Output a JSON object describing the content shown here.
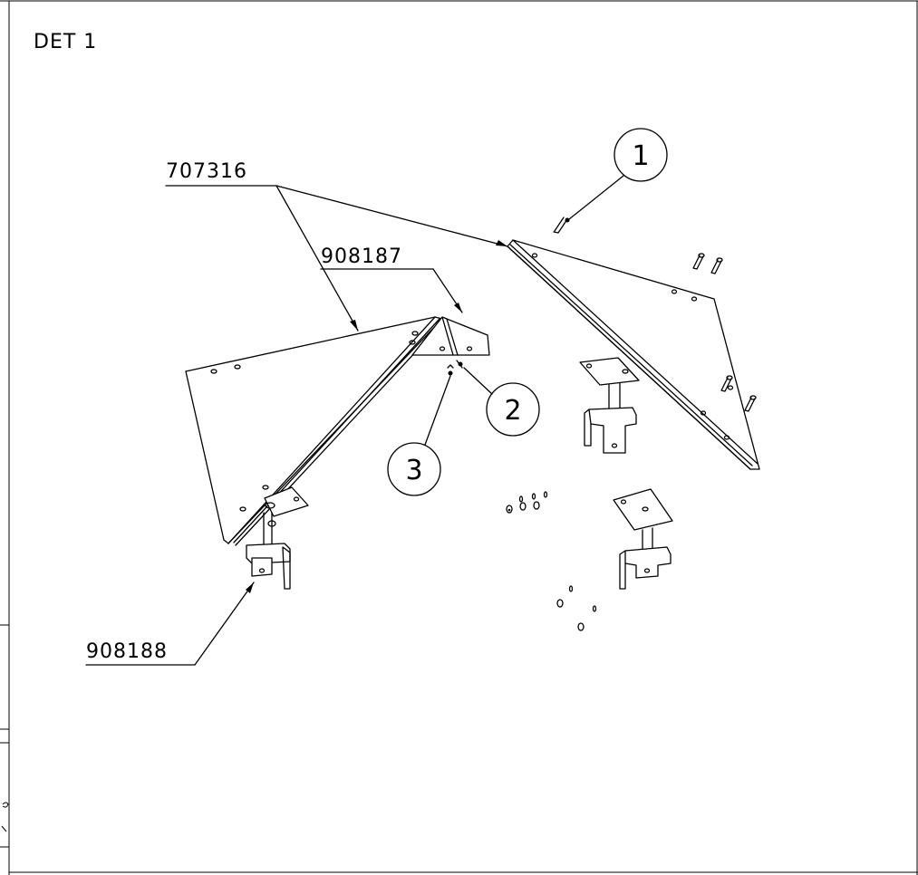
{
  "sheet": {
    "detail_label": "DET 1"
  },
  "part_labels": {
    "top_left_panel": "707316",
    "corner_bracket": "908187",
    "foot_bracket": "908188"
  },
  "balloons": [
    "1",
    "2",
    "3"
  ]
}
